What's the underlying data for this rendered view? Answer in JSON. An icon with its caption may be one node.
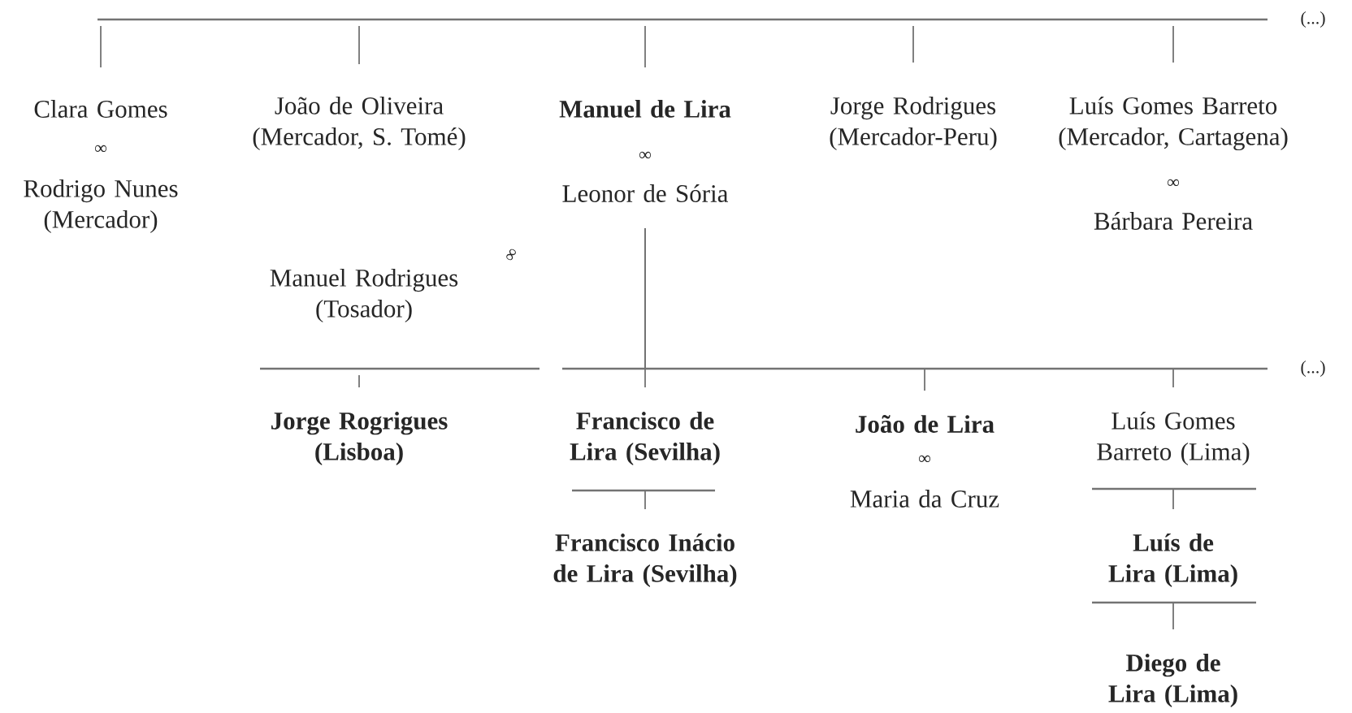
{
  "diagram": {
    "nodes": [
      {
        "text": [
          "Clara Gomes"
        ]
      },
      {
        "text": [
          "Rodrigo Nunes (Mercador)"
        ]
      },
      {
        "text": [
          "João de Oliveira (Mercador, S. Tomé)"
        ]
      },
      {
        "text": [
          "Manuel de Lira"
        ]
      },
      {
        "text": [
          "Leonor de Sória"
        ]
      },
      {
        "text": [
          "Jorge Rodrigues (Mercador-Peru)"
        ]
      },
      {
        "text": [
          "Luís Gomes Barreto (Mercador, Cartagena)"
        ]
      },
      {
        "text": [
          "Bárbara Pereira"
        ]
      },
      {
        "text": [
          "Manuel Rodrigues (Tosador)"
        ]
      },
      {
        "text": [
          "Jorge Rogrigues (Lisboa)"
        ]
      },
      {
        "text": [
          "Francisco de Lira (Sevilha)"
        ]
      },
      {
        "text": [
          "João de Lira"
        ]
      },
      {
        "text": [
          "Maria da Cruz"
        ]
      },
      {
        "text": [
          "Luís Gomes Barreto (Lima)"
        ]
      },
      {
        "text": [
          "Francisco Inácio de Lira (Sevilha)"
        ]
      },
      {
        "text": [
          "Luís de Lira (Lima)"
        ]
      },
      {
        "text": [
          "Diego de Lira (Lima)"
        ]
      }
    ],
    "edges": [
      {
        "from": null,
        "to": 0,
        "arrow": "none"
      },
      {
        "from": null,
        "to": 2,
        "arrow": "none"
      },
      {
        "from": null,
        "to": 3,
        "arrow": "none"
      },
      {
        "from": null,
        "to": 5,
        "arrow": "none"
      },
      {
        "from": null,
        "to": 6,
        "arrow": "none"
      },
      {
        "from": null,
        "to": 9,
        "arrow": "none"
      },
      {
        "from": 4,
        "to": 10,
        "arrow": "none"
      },
      {
        "from": 4,
        "to": 11,
        "arrow": "none"
      },
      {
        "from": 4,
        "to": 13,
        "arrow": "none"
      },
      {
        "from": 10,
        "to": 14,
        "arrow": "none"
      },
      {
        "from": 13,
        "to": 15,
        "arrow": "none"
      },
      {
        "from": 15,
        "to": 16,
        "arrow": "none"
      }
    ],
    "labels": [
      "(...)",
      "∞",
      "∞",
      "∞",
      "∞",
      "(...)",
      "∞"
    ]
  }
}
